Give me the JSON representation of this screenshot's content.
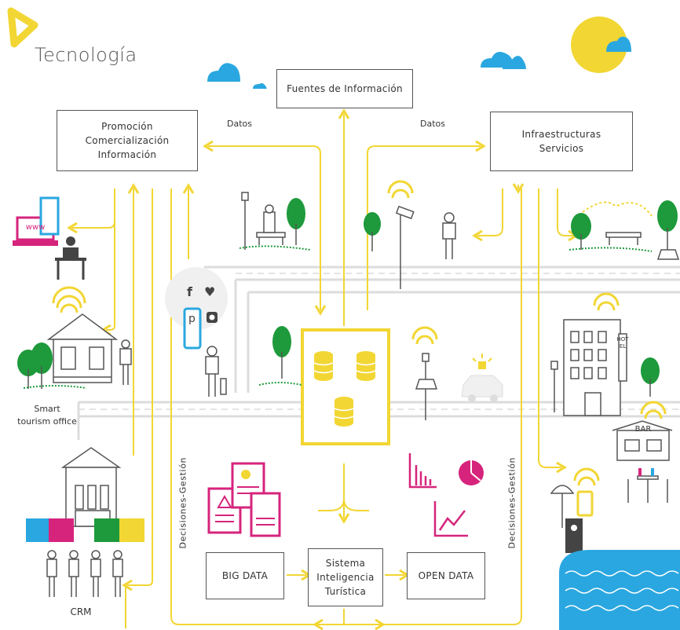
{
  "brand": {
    "title": "Tecnología"
  },
  "boxes": {
    "fuentes": "Fuentes de Información",
    "promocion": [
      "Promoción",
      "Comercialización",
      "Información"
    ],
    "infra": [
      "Infraestructuras",
      "Servicios"
    ],
    "sistema": [
      "Sistema",
      "Inteligencia",
      "Turística"
    ],
    "big_data": "BIG DATA",
    "open_data": "OPEN DATA"
  },
  "labels": {
    "datos_left": "Datos",
    "datos_right": "Datos",
    "decisiones_left": "Decisiones-Gestión",
    "decisiones_right": "Decisiones-Gestión",
    "smart_office": [
      "Smart",
      "tourism office"
    ],
    "crm": "CRM",
    "www": "www",
    "bar": "BAR",
    "hotel": "HOTEL"
  },
  "colors": {
    "yellow": "#f2d633",
    "blue": "#2aa7e0",
    "magenta": "#d6247c",
    "green": "#1e9a3c",
    "grey": "#6b6b6b"
  }
}
